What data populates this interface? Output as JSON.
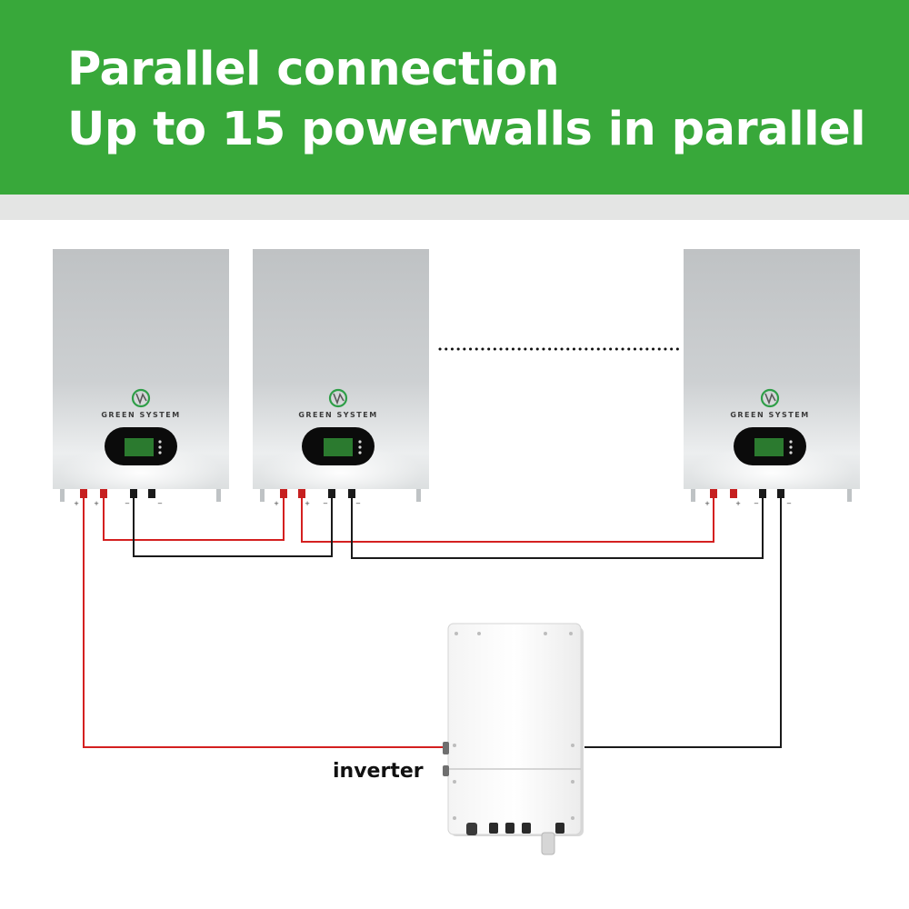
{
  "header": {
    "title_line1": "Parallel connection",
    "title_line2": "Up to 15  powerwalls in parallel"
  },
  "battery": {
    "brand": "GREEN SYSTEM",
    "plus_sign": "+",
    "minus_sign": "−"
  },
  "inverter": {
    "label": "inverter"
  },
  "colors": {
    "header_bg": "#38a83a",
    "strip_bg": "#e4e5e4",
    "positive_wire": "#d42020",
    "negative_wire": "#1a1a1a",
    "logo_green": "#2e9e47"
  },
  "icons": [
    "green-system-logo-icon",
    "lcd-screen-icon",
    "terminal-connector-icon"
  ]
}
